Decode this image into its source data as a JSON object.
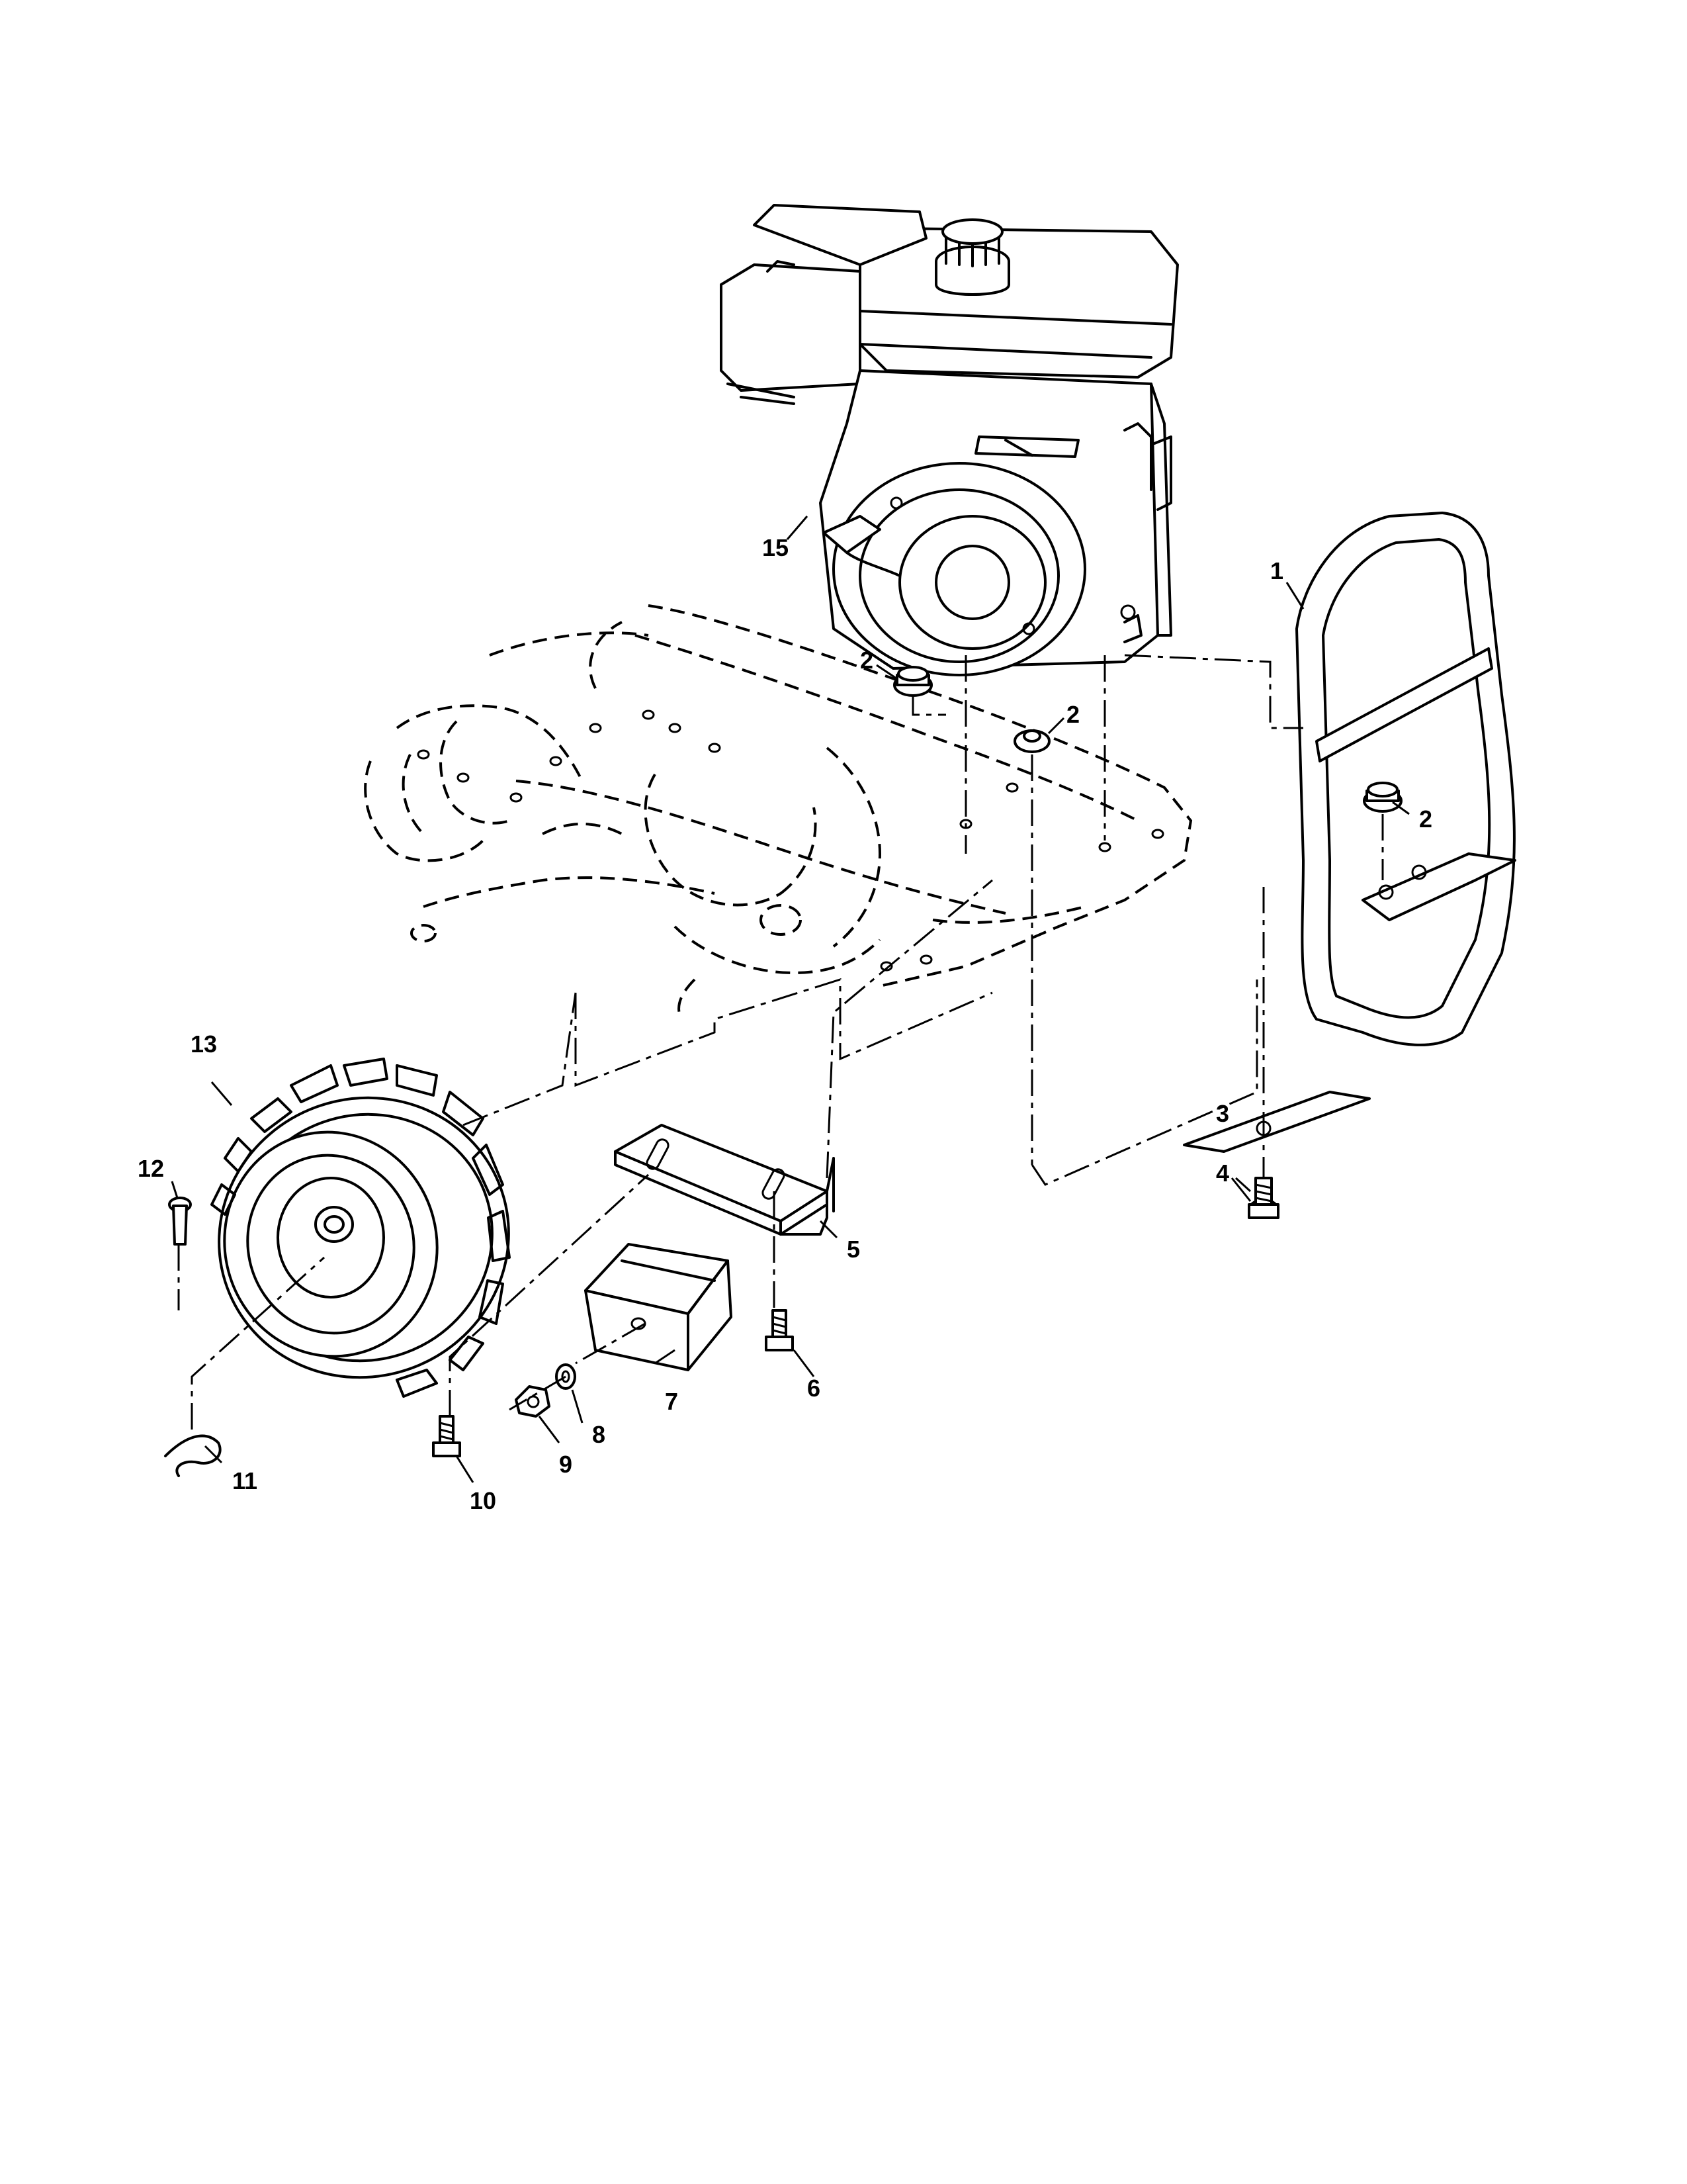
{
  "diagram": {
    "callouts": [
      {
        "id": "1",
        "text": "1"
      },
      {
        "id": "2a",
        "text": "2"
      },
      {
        "id": "2b",
        "text": "2"
      },
      {
        "id": "2c",
        "text": "2"
      },
      {
        "id": "3",
        "text": "3"
      },
      {
        "id": "4",
        "text": "4"
      },
      {
        "id": "5",
        "text": "5"
      },
      {
        "id": "6",
        "text": "6"
      },
      {
        "id": "7",
        "text": "7"
      },
      {
        "id": "8",
        "text": "8"
      },
      {
        "id": "9",
        "text": "9"
      },
      {
        "id": "10",
        "text": "10"
      },
      {
        "id": "11",
        "text": "11"
      },
      {
        "id": "12",
        "text": "12"
      },
      {
        "id": "13",
        "text": "13"
      },
      {
        "id": "15",
        "text": "15"
      }
    ]
  }
}
